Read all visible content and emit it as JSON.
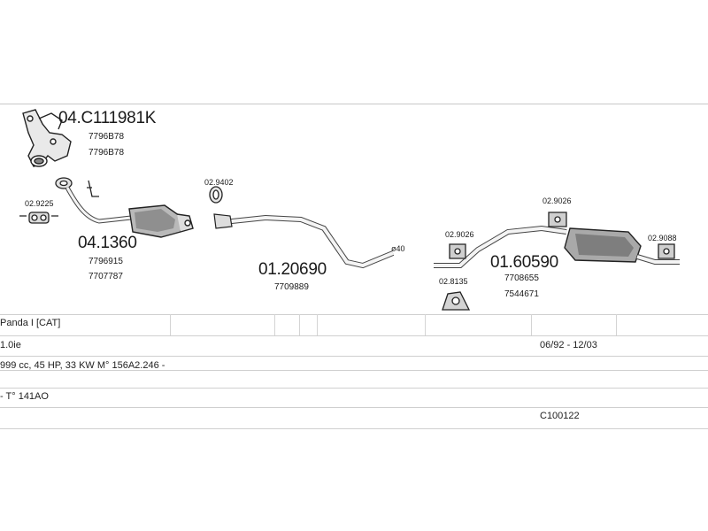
{
  "parts": {
    "manifold": {
      "code": "04.C111981K",
      "refs": [
        "7796B78",
        "7796B78"
      ]
    },
    "gasket_a": {
      "code": "02.9225"
    },
    "catalyst": {
      "code": "04.1360",
      "refs": [
        "7796915",
        "7707787"
      ]
    },
    "mid_clamp": {
      "code": "02.9402"
    },
    "mid_pipe": {
      "code": "01.20690",
      "refs": [
        "7709889"
      ]
    },
    "diameter": {
      "label": "ø40"
    },
    "hanger_a": {
      "code": "02.9026"
    },
    "hanger_b": {
      "code": "02.9026"
    },
    "rear_ring": {
      "code": "02.8135"
    },
    "rear_silencer": {
      "code": "01.60590",
      "refs": [
        "7708655",
        "7544671"
      ]
    },
    "tail_clamp": {
      "code": "02.9088"
    }
  },
  "vehicle": {
    "model": "Panda I  [CAT]",
    "engine": "1.0ie",
    "years": "06/92 - 12/03",
    "spec": "999 cc, 45 HP, 33 KW M° 156A2.246 -",
    "type": "- T° 141AO",
    "catalog_no": "C100122"
  }
}
